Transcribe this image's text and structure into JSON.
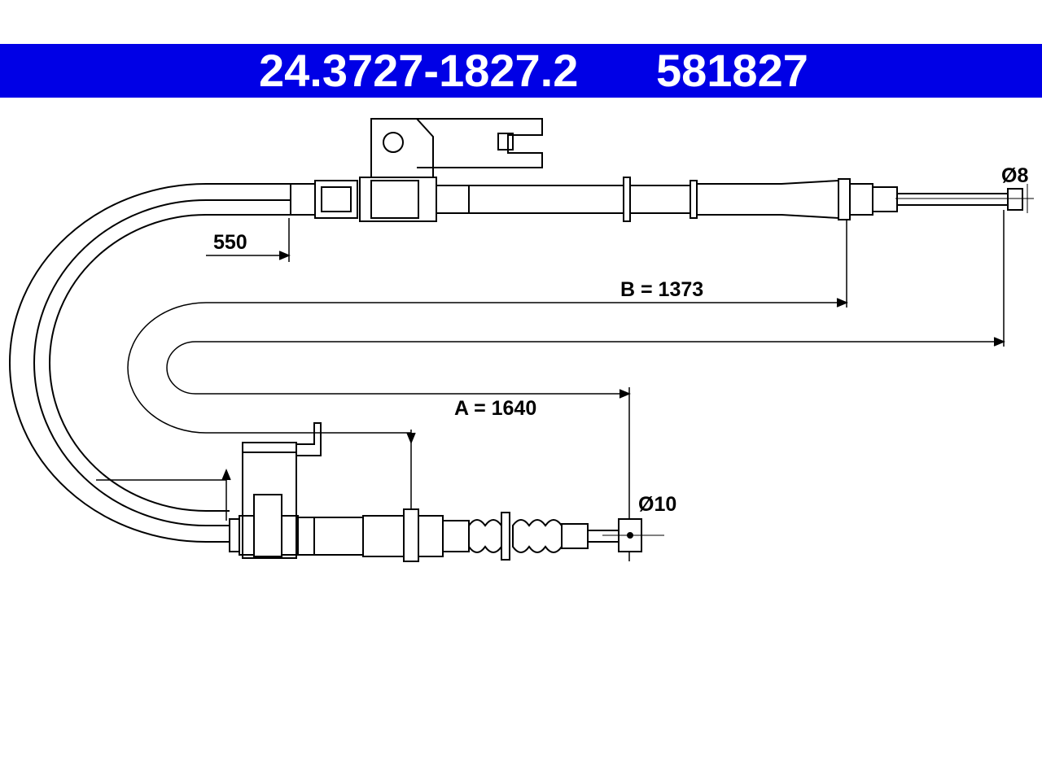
{
  "header": {
    "part_number": "24.3727-1827.2",
    "ref_number": "581827",
    "background": "#0000e6",
    "text_color": "#ffffff"
  },
  "dimensions": {
    "d550": "550",
    "b": "B = 1373",
    "a": "A = 1640",
    "dia8": "Ø8",
    "dia10": "Ø10"
  }
}
